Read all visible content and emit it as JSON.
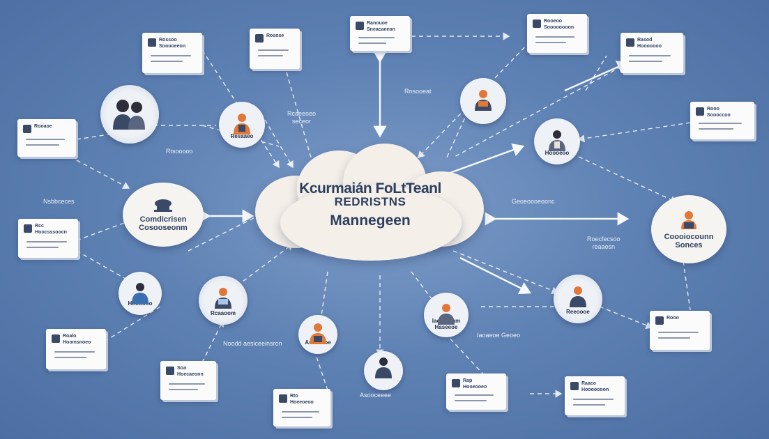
{
  "center": {
    "line1": "Kcurmaián FoLtTeanl",
    "line2": "REDRISTNS",
    "line3": "Mannegeen"
  },
  "left_node": {
    "line1": "Comdicrisen",
    "line2": "Cosooseonm"
  },
  "right_node": {
    "line1": "Coooiocounn",
    "line2": "Sonces"
  },
  "circles": [
    {
      "id": "c1",
      "caption": ""
    },
    {
      "id": "c2",
      "caption": "Resaaeo"
    },
    {
      "id": "c3",
      "caption": ""
    },
    {
      "id": "c4",
      "caption": "Hoooeoo"
    },
    {
      "id": "c5",
      "caption": "Hoooooo"
    },
    {
      "id": "c6",
      "caption": "Rcaaoom"
    },
    {
      "id": "c7",
      "caption": "Assecsoe"
    },
    {
      "id": "c8",
      "caption": ""
    },
    {
      "id": "c9",
      "caption": "Iac Haonm\nHaseeoe"
    },
    {
      "id": "c10",
      "caption": "Reeoooe"
    },
    {
      "id": "c11",
      "caption": ""
    }
  ],
  "cards": [
    {
      "id": "k1",
      "title": "Rossoo",
      "sub": "Sooooeeon"
    },
    {
      "id": "k2",
      "title": "Rosose",
      "sub": ""
    },
    {
      "id": "k3",
      "title": "Ranouoe",
      "sub": "Sneacaeeon"
    },
    {
      "id": "k4",
      "title": "Rooeoo",
      "sub": "Soooooooon"
    },
    {
      "id": "k5",
      "title": "Rasod",
      "sub": "Hooooooo"
    },
    {
      "id": "k6",
      "title": "Rooaoe",
      "sub": ""
    },
    {
      "id": "k7",
      "title": "Rooo",
      "sub": "Soooccoo"
    },
    {
      "id": "k8",
      "title": "Rcc",
      "sub": "Hoocsssoocn"
    },
    {
      "id": "k9",
      "title": "Roalo",
      "sub": "Hoomsnoeo"
    },
    {
      "id": "k10",
      "title": "Soa",
      "sub": "Hoecaeonn"
    },
    {
      "id": "k11",
      "title": "Rto",
      "sub": "Hoeeoeoo"
    },
    {
      "id": "k12",
      "title": "Rap",
      "sub": "Hooeooeo"
    },
    {
      "id": "k13",
      "title": "Raaco",
      "sub": "Hooooooon"
    },
    {
      "id": "k14",
      "title": "Rooo",
      "sub": ""
    }
  ],
  "labels": [
    {
      "id": "l1",
      "text": "Nsbbceces"
    },
    {
      "id": "l2",
      "text": "Rnsooeat"
    },
    {
      "id": "l3",
      "text": "Rcaeeoeo\nseceor"
    },
    {
      "id": "l4",
      "text": "Rtsooooo"
    },
    {
      "id": "l5",
      "text": "Geoeoooeoonc"
    },
    {
      "id": "l6",
      "text": "Roecfecsoo\nreaaosn"
    },
    {
      "id": "l7",
      "text": "Noodd aesiceeinsron"
    },
    {
      "id": "l8",
      "text": "Iaoaeoe Geoeo"
    },
    {
      "id": "l9",
      "text": "Asooceeee"
    }
  ],
  "colors": {
    "background": "#5f82b4",
    "node_fill": "#f6f4f1",
    "text_dark": "#2d3f5e",
    "accent_orange": "#e0783a",
    "connector": "#ffffff"
  }
}
